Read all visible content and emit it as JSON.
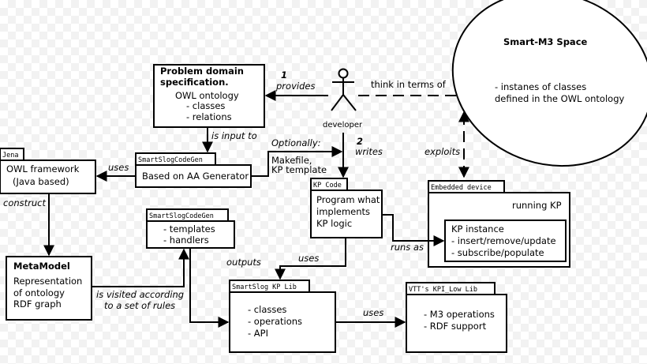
{
  "smart_space": {
    "title": "Smart-M3 Space",
    "line1": "- instanes of classes",
    "line2": "defined in the OWL ontology"
  },
  "problem_domain": {
    "title1": "Problem domain",
    "title2": "specification.",
    "line1": "OWL ontology",
    "line2": "- classes",
    "line3": "- relations"
  },
  "developer": {
    "label": "developer"
  },
  "jena": {
    "tab": "Jena",
    "line1": "OWL framework",
    "line2": "(Java based)"
  },
  "codegen1": {
    "tab": "SmartSlogCodeGen",
    "body": "Based on AA Generator"
  },
  "codegen2": {
    "tab": "SmartSlogCodeGen",
    "line1": "- templates",
    "line2": "- handlers"
  },
  "kp_code": {
    "tab": "KP Code",
    "line1": "Program what",
    "line2": "implements",
    "line3": "KP logic"
  },
  "embedded": {
    "tab": "Embedded device",
    "running": "running KP",
    "inner_title": "KP instance",
    "inner_line1": "- insert/remove/update",
    "inner_line2": "- subscribe/populate"
  },
  "metamodel": {
    "title": "MetaModel",
    "line1": "Representation",
    "line2": "of ontology",
    "line3": "RDF graph"
  },
  "slog_lib": {
    "tab": "SmartSlog KP Lib",
    "line1": "- classes",
    "line2": "- operations",
    "line3": "- API"
  },
  "low_lib": {
    "tab": "VTT's KPI_Low Lib",
    "line1": "- M3 operations",
    "line2": "- RDF support"
  },
  "edge_labels": {
    "step1_num": "1",
    "provides": "provides",
    "think": "think in terms of",
    "is_input_to": "is input to",
    "optionally": "Optionally:",
    "makefile": "Makefile,",
    "kp_template": "KP template",
    "step2_num": "2",
    "writes": "writes",
    "exploits": "exploits",
    "uses_jena": "uses",
    "construct": "construct",
    "uses_kp": "uses",
    "runs_as": "runs as",
    "outputs": "outputs",
    "visited1": "is visited according",
    "visited2": "to a set of rules",
    "uses_low": "uses"
  }
}
